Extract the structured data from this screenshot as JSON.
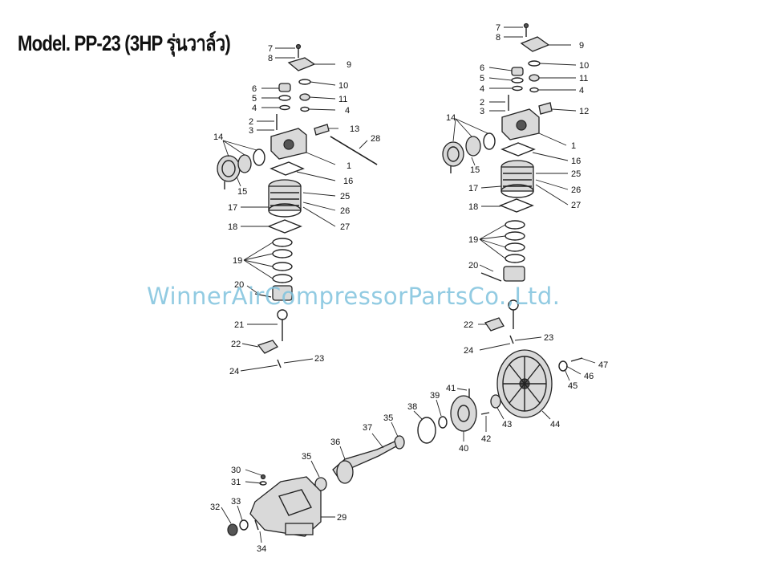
{
  "title": "Model. PP-23 (3HP รุ่นวาล์ว)",
  "watermark": "WinnerAirCompressorPartsCo.,Ltd.",
  "left_assembly_labels": [
    "7",
    "8",
    "9",
    "6",
    "10",
    "5",
    "11",
    "4",
    "4",
    "2",
    "3",
    "13",
    "28",
    "14",
    "1",
    "16",
    "15",
    "25",
    "17",
    "26",
    "27",
    "18",
    "19",
    "20",
    "21",
    "22",
    "23",
    "24"
  ],
  "right_assembly_labels": [
    "7",
    "8",
    "9",
    "6",
    "10",
    "5",
    "11",
    "4",
    "4",
    "2",
    "3",
    "12",
    "14",
    "1",
    "16",
    "15",
    "25",
    "17",
    "26",
    "27",
    "18",
    "19",
    "20",
    "22",
    "23",
    "24"
  ],
  "base_labels": [
    "47",
    "46",
    "45",
    "44",
    "41",
    "43",
    "42",
    "40",
    "39",
    "38",
    "37",
    "35",
    "36",
    "35",
    "30",
    "31",
    "29",
    "32",
    "33",
    "34"
  ]
}
